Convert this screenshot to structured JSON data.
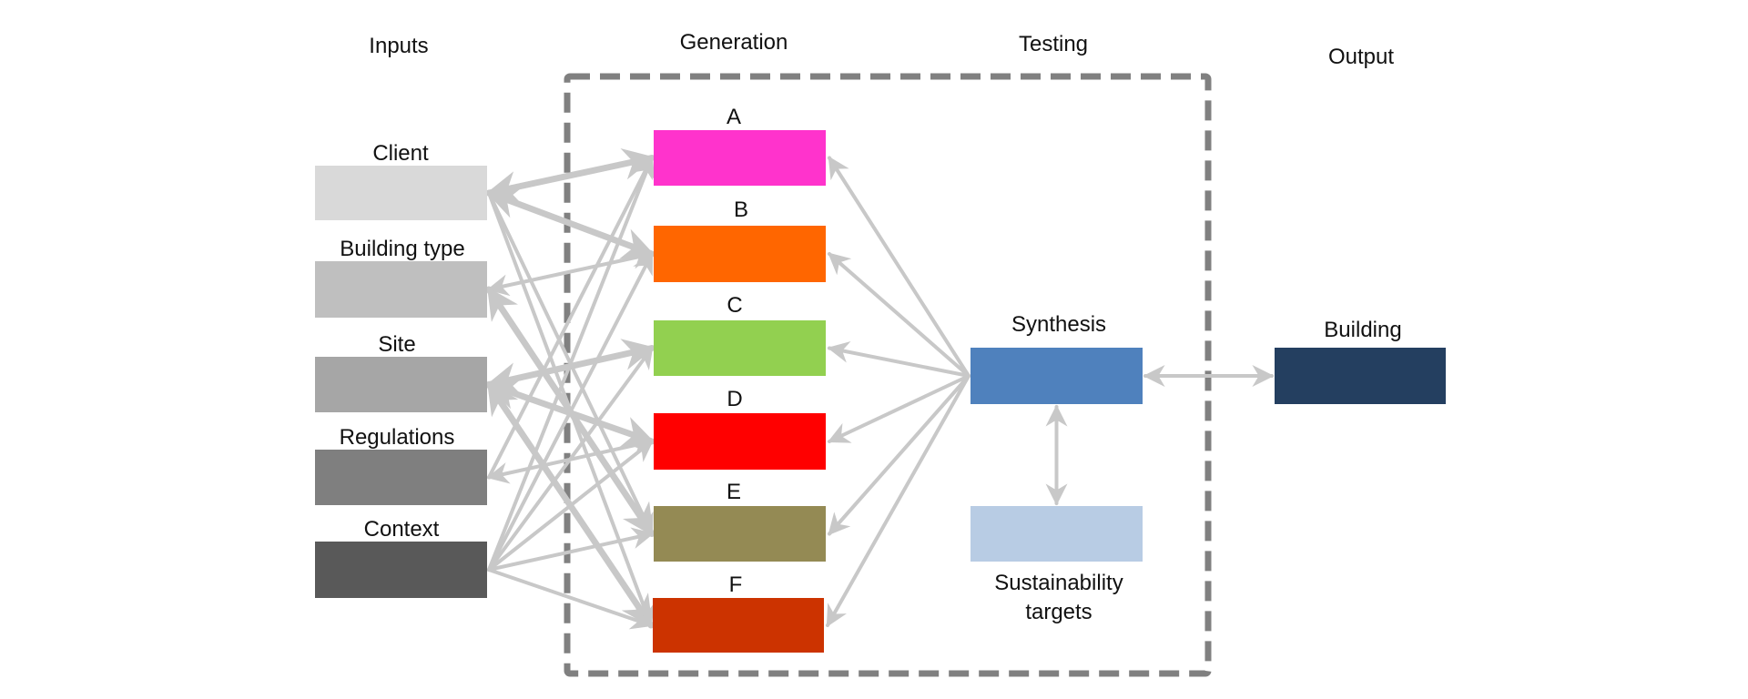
{
  "columns": {
    "inputs": "Inputs",
    "generation": "Generation",
    "testing": "Testing",
    "output": "Output"
  },
  "inputs": [
    {
      "id": "client",
      "label": "Client",
      "color": "#d9d9d9"
    },
    {
      "id": "building-type",
      "label": "Building type",
      "color": "#bfbfbf"
    },
    {
      "id": "site",
      "label": "Site",
      "color": "#a6a6a6"
    },
    {
      "id": "regulations",
      "label": "Regulations",
      "color": "#7f7f7f"
    },
    {
      "id": "context",
      "label": "Context",
      "color": "#595959"
    }
  ],
  "generation": [
    {
      "id": "a",
      "label": "A",
      "color": "#ff33cc"
    },
    {
      "id": "b",
      "label": "B",
      "color": "#ff6600"
    },
    {
      "id": "c",
      "label": "C",
      "color": "#92d050"
    },
    {
      "id": "d",
      "label": "D",
      "color": "#ff0000"
    },
    {
      "id": "e",
      "label": "E",
      "color": "#948a54"
    },
    {
      "id": "f",
      "label": "F",
      "color": "#cc3300"
    }
  ],
  "testing": {
    "synthesis": {
      "label": "Synthesis",
      "color": "#4f81bd"
    },
    "sustainability": {
      "label_line1": "Sustainability",
      "label_line2": "targets",
      "color": "#b8cce4"
    }
  },
  "output": {
    "building": {
      "label": "Building",
      "color": "#243f60"
    }
  },
  "edges": {
    "color": "#c8c8c8",
    "inputs_to_generation": [
      {
        "from": "client",
        "to": "a",
        "weight": "thick",
        "bidirectional": true
      },
      {
        "from": "client",
        "to": "b",
        "weight": "thick",
        "bidirectional": true
      },
      {
        "from": "client",
        "to": "e",
        "weight": "thin",
        "bidirectional": false
      },
      {
        "from": "client",
        "to": "f",
        "weight": "thin",
        "bidirectional": false
      },
      {
        "from": "building-type",
        "to": "b",
        "weight": "thin",
        "bidirectional": true
      },
      {
        "from": "building-type",
        "to": "e",
        "weight": "thick",
        "bidirectional": true
      },
      {
        "from": "site",
        "to": "c",
        "weight": "thick",
        "bidirectional": true
      },
      {
        "from": "site",
        "to": "d",
        "weight": "thick",
        "bidirectional": true
      },
      {
        "from": "site",
        "to": "f",
        "weight": "thick",
        "bidirectional": true
      },
      {
        "from": "regulations",
        "to": "d",
        "weight": "thin",
        "bidirectional": true
      },
      {
        "from": "regulations",
        "to": "a",
        "weight": "thin",
        "bidirectional": false
      },
      {
        "from": "context",
        "to": "a",
        "weight": "thin",
        "bidirectional": false
      },
      {
        "from": "context",
        "to": "b",
        "weight": "thin",
        "bidirectional": false
      },
      {
        "from": "context",
        "to": "c",
        "weight": "thin",
        "bidirectional": false
      },
      {
        "from": "context",
        "to": "d",
        "weight": "thin",
        "bidirectional": false
      },
      {
        "from": "context",
        "to": "e",
        "weight": "thin",
        "bidirectional": false
      },
      {
        "from": "context",
        "to": "f",
        "weight": "thin",
        "bidirectional": false
      }
    ],
    "synthesis_to_generation": [
      "a",
      "b",
      "c",
      "d",
      "e",
      "f"
    ],
    "synthesis_sustainability": {
      "bidirectional": true
    },
    "synthesis_building": {
      "bidirectional": true
    }
  }
}
